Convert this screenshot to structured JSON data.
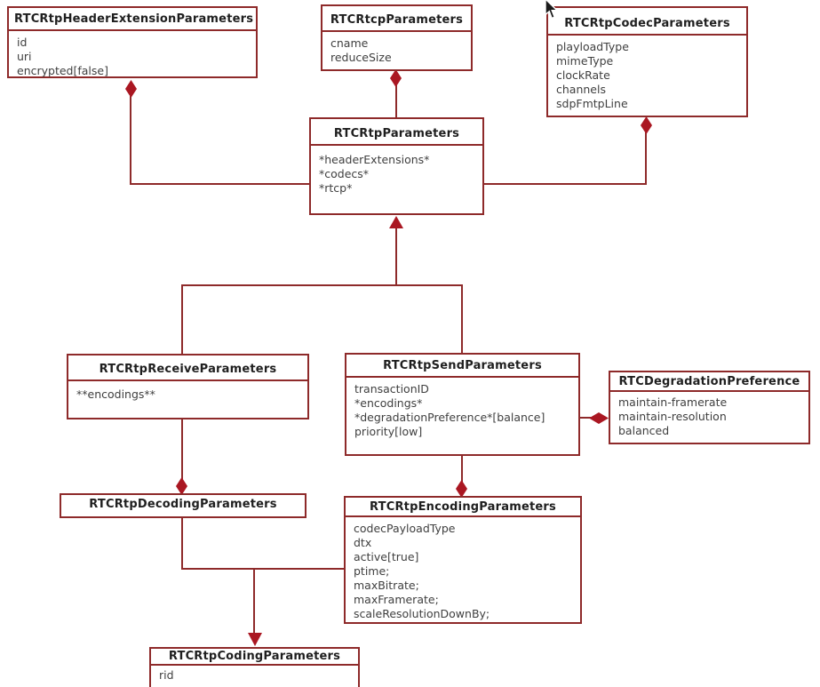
{
  "diagram": {
    "kind": "uml-class-diagram",
    "accent_color": "#8e2a2a",
    "marker_color": "#aa1722",
    "cursor": "arrow-pointer",
    "classes": [
      {
        "id": "header-extension",
        "name": "RTCRtpHeaderExtensionParameters",
        "attributes": [
          "id",
          "uri",
          "encrypted[false]"
        ]
      },
      {
        "id": "rtcp",
        "name": "RTCRtcpParameters",
        "attributes": [
          "cname",
          "reduceSize"
        ]
      },
      {
        "id": "codec",
        "name": "RTCRtpCodecParameters",
        "attributes": [
          "playloadType",
          "mimeType",
          "clockRate",
          "channels",
          "sdpFmtpLine"
        ]
      },
      {
        "id": "rtp",
        "name": "RTCRtpParameters",
        "attributes": [
          "*headerExtensions*",
          "*codecs*",
          "*rtcp*"
        ]
      },
      {
        "id": "receive",
        "name": "RTCRtpReceiveParameters",
        "attributes": [
          "**encodings**"
        ]
      },
      {
        "id": "send",
        "name": "RTCRtpSendParameters",
        "attributes": [
          "transactionID",
          "*encodings*",
          "*degradationPreference*[balance]",
          "priority[low]"
        ]
      },
      {
        "id": "degradation",
        "name": "RTCDegradationPreference",
        "attributes": [
          "maintain-framerate",
          "maintain-resolution",
          "balanced"
        ]
      },
      {
        "id": "decoding",
        "name": "RTCRtpDecodingParameters",
        "attributes": []
      },
      {
        "id": "encoding",
        "name": "RTCRtpEncodingParameters",
        "attributes": [
          "codecPayloadType",
          "dtx",
          "active[true]",
          "ptime;",
          "maxBitrate;",
          "maxFramerate;",
          "scaleResolutionDownBy;"
        ]
      },
      {
        "id": "coding",
        "name": "RTCRtpCodingParameters",
        "attributes": [
          "rid"
        ]
      }
    ]
  }
}
